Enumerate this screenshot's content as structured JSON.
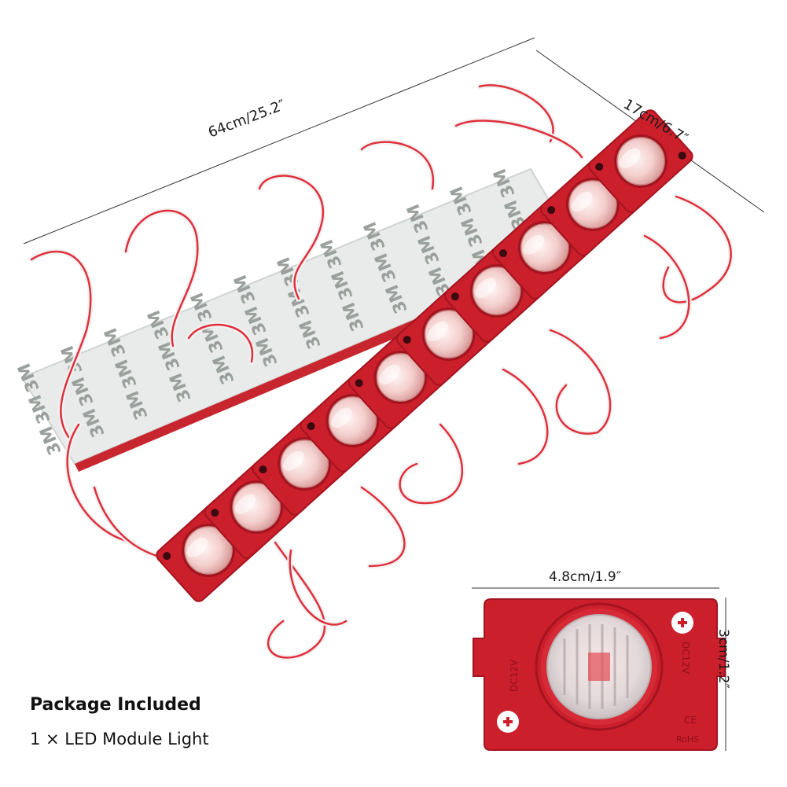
{
  "dimensions": {
    "length": "64cm/25.2″",
    "width": "17cm/6.7″",
    "module_width": "4.8cm/1.9″",
    "module_height": "3cm/1.2″"
  },
  "package": {
    "title": "Package Included",
    "item": "1 × LED Module Light"
  },
  "module_markings": {
    "voltage": "DC12V",
    "ce": "CE",
    "rohs": "RoHS"
  },
  "tape_brand": "3M",
  "module_count": 10,
  "colors": {
    "module_red": "#cc1f2c",
    "module_red_dark": "#a3141f",
    "wire_red": "#e0303c",
    "wire_white": "#f2f2f2",
    "tape": "#e9ebea",
    "tape_text": "#9aa09c",
    "lens": "#f4d3d2"
  }
}
